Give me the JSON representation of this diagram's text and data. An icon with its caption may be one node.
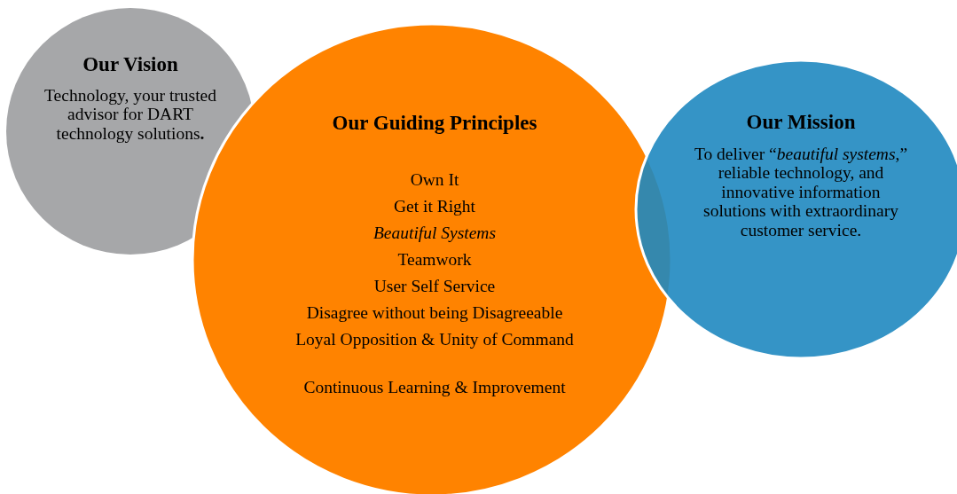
{
  "diagram": {
    "nodes": [
      {
        "text": [
          "Our Vision",
          "Technology, your trusted advisor for DART technology solutions**.**"
        ]
      },
      {
        "text": [
          "Our Guiding Principles",
          "Own It",
          "Get it Right",
          "*Beautiful Systems*",
          "Teamwork",
          "User Self Service",
          "Disagree without being Disagreeable",
          "Loyal Opposition & Unity of Command",
          "Continuous Learning & Improvement"
        ]
      },
      {
        "text": [
          "Our Mission",
          "To deliver “*beautiful systems*,” reliable technology, and innovative information solutions with extraordinary customer service."
        ]
      }
    ]
  }
}
